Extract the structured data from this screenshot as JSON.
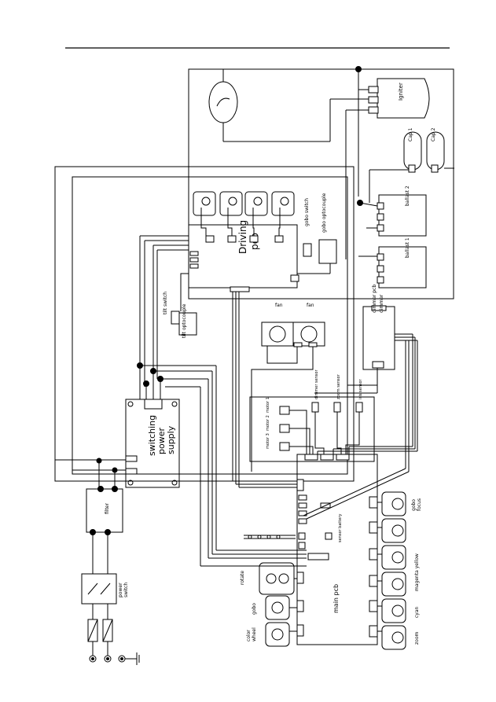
{
  "labels": {
    "igniter": "Igniter",
    "cap1": "Cap 1",
    "cap2": "Cap 2",
    "ballast2": "ballast 2",
    "ballast1": "ballast 1",
    "dimmer_pcb": "dimmer pcb",
    "dimmer_pcb_sub": "dimmer",
    "driving_pcb_line1": "Driving",
    "driving_pcb_line2": "pcb",
    "gobo_switch": "gobo switch",
    "gobo_optocoupler": "gobo optocouple",
    "tilt_switch": "tilt switch",
    "tilt_optocoupler": "tilt optocouple",
    "fan1": "fan",
    "fan2": "fan",
    "smps_line1": "switching",
    "smps_line2": "power",
    "smps_line3": "supply",
    "filter": "filter",
    "power_switch_line1": "power",
    "power_switch_line2": "switch",
    "main_pcb": "main pcb",
    "sensor_battery": "sensor battery",
    "rotate": "rotate",
    "gobo": "gobo",
    "color_wheel_line1": "color",
    "color_wheel_line2": "wheel",
    "gobo_focus_line1": "gobo",
    "gobo_focus_line2": "focus",
    "magenta_yellow": "magenta yellow",
    "cyan": "cyan",
    "zoom": "zoom",
    "motor1": "motor 1",
    "motor2": "motor 2",
    "motor3": "motor 3",
    "dimmer_sensor": "dimmer sensor",
    "zoom_sensor": "zoom sensor",
    "iris_sensor": "iris sensor"
  }
}
